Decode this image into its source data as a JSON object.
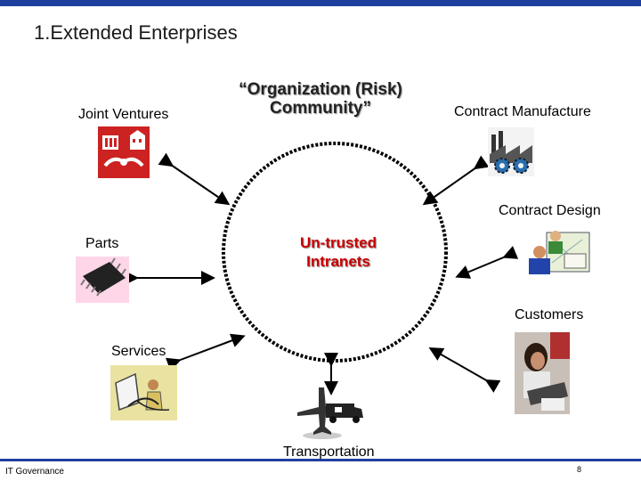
{
  "title": "1.Extended Enterprises",
  "center": {
    "title": "“Organization (Risk) Community”",
    "hub": "Un-trusted Intranets"
  },
  "nodes": {
    "joint_ventures": "Joint Ventures",
    "contract_manufacture": "Contract Manufacture",
    "contract_design": "Contract Design",
    "parts": "Parts",
    "customers": "Customers",
    "services": "Services",
    "transportation": "Transportation"
  },
  "footer": {
    "left": "IT Governance",
    "page": "8"
  },
  "colors": {
    "accent": "#1f3f9f",
    "hub_text": "#cc0000",
    "joint_ventures_icon": "#cc2222"
  },
  "icons": [
    "handshake-buildings-icon",
    "factory-gears-icon",
    "designers-icon",
    "microchip-icon",
    "customer-photo-icon",
    "service-technician-icon",
    "plane-truck-icon"
  ]
}
